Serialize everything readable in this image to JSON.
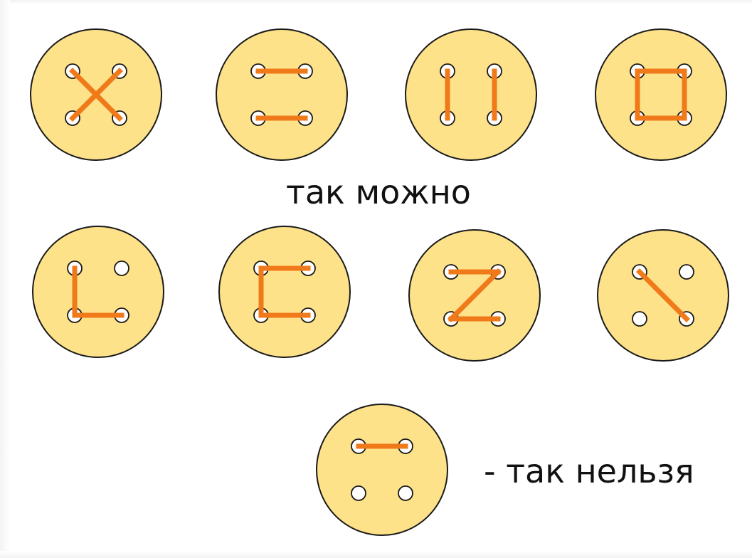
{
  "labels": {
    "allowed": "так можно",
    "forbidden": "- так нельзя"
  },
  "colors": {
    "button_fill": "#fde28a",
    "button_outline": "#1a1a1a",
    "thread": "#f07a1a",
    "hole_fill": "#ffffff"
  },
  "icons": {
    "button": "sewn-button-icon"
  },
  "buttons": [
    {
      "id": "cross",
      "group": "allowed",
      "stitches": [
        [
          0,
          3
        ],
        [
          1,
          2
        ]
      ]
    },
    {
      "id": "two-horizontal",
      "group": "allowed",
      "stitches": [
        [
          0,
          1
        ],
        [
          2,
          3
        ]
      ]
    },
    {
      "id": "two-vertical",
      "group": "allowed",
      "stitches": [
        [
          0,
          2
        ],
        [
          1,
          3
        ]
      ]
    },
    {
      "id": "square",
      "group": "allowed",
      "stitches": [
        [
          0,
          1
        ],
        [
          1,
          3
        ],
        [
          3,
          2
        ],
        [
          2,
          0
        ]
      ]
    },
    {
      "id": "l-shape",
      "group": "allowed",
      "stitches": [
        [
          0,
          2
        ],
        [
          2,
          3
        ]
      ]
    },
    {
      "id": "c-shape",
      "group": "allowed",
      "stitches": [
        [
          1,
          0
        ],
        [
          0,
          2
        ],
        [
          2,
          3
        ]
      ]
    },
    {
      "id": "z-shape",
      "group": "allowed",
      "stitches": [
        [
          0,
          1
        ],
        [
          1,
          2
        ],
        [
          2,
          3
        ]
      ]
    },
    {
      "id": "single-diagonal",
      "group": "allowed",
      "stitches": [
        [
          0,
          3
        ]
      ]
    },
    {
      "id": "single-top",
      "group": "forbidden",
      "stitches": [
        [
          0,
          1
        ]
      ]
    }
  ]
}
